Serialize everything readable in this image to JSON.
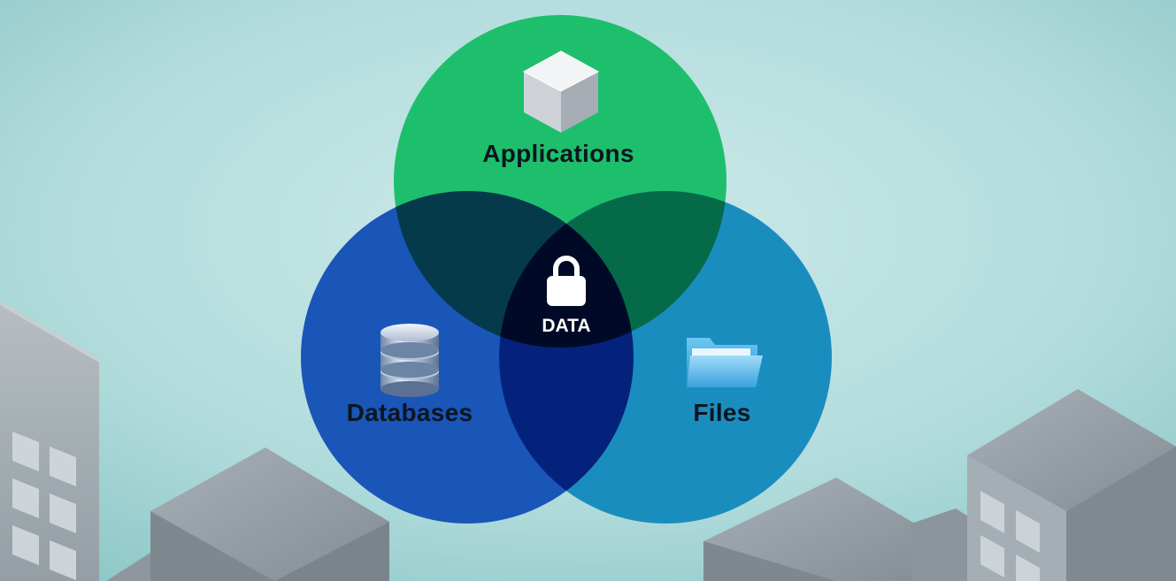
{
  "diagram": {
    "center": {
      "label": "DATA",
      "icon": "lock-icon"
    },
    "sets": [
      {
        "key": "applications",
        "label": "Applications",
        "icon": "cube-icon",
        "color": "#1dbf6c"
      },
      {
        "key": "databases",
        "label": "Databases",
        "icon": "database-icon",
        "color": "#1a55b8"
      },
      {
        "key": "files",
        "label": "Files",
        "icon": "folder-icon",
        "color": "#1a8dbf"
      }
    ],
    "overlap_colors": {
      "applications_databases": "#043a4a",
      "applications_files": "#056a47",
      "databases_files": "#04217c",
      "all": "#000a26"
    }
  },
  "background": {
    "sky_top": "#9ccfcf",
    "sky_mid": "#c4e5e5",
    "sky_bottom": "#8fcccc",
    "building_color": "#8f9aa1"
  }
}
